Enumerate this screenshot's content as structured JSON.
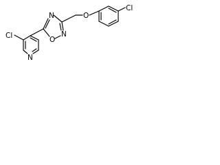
{
  "atoms": {
    "cl_left": "Cl",
    "n_pyridine": "N",
    "o_oxadiazole": "O",
    "n_oxadiazole_top": "N",
    "n_oxadiazole_right": "N",
    "o_ether": "O",
    "cl_right": "Cl"
  }
}
